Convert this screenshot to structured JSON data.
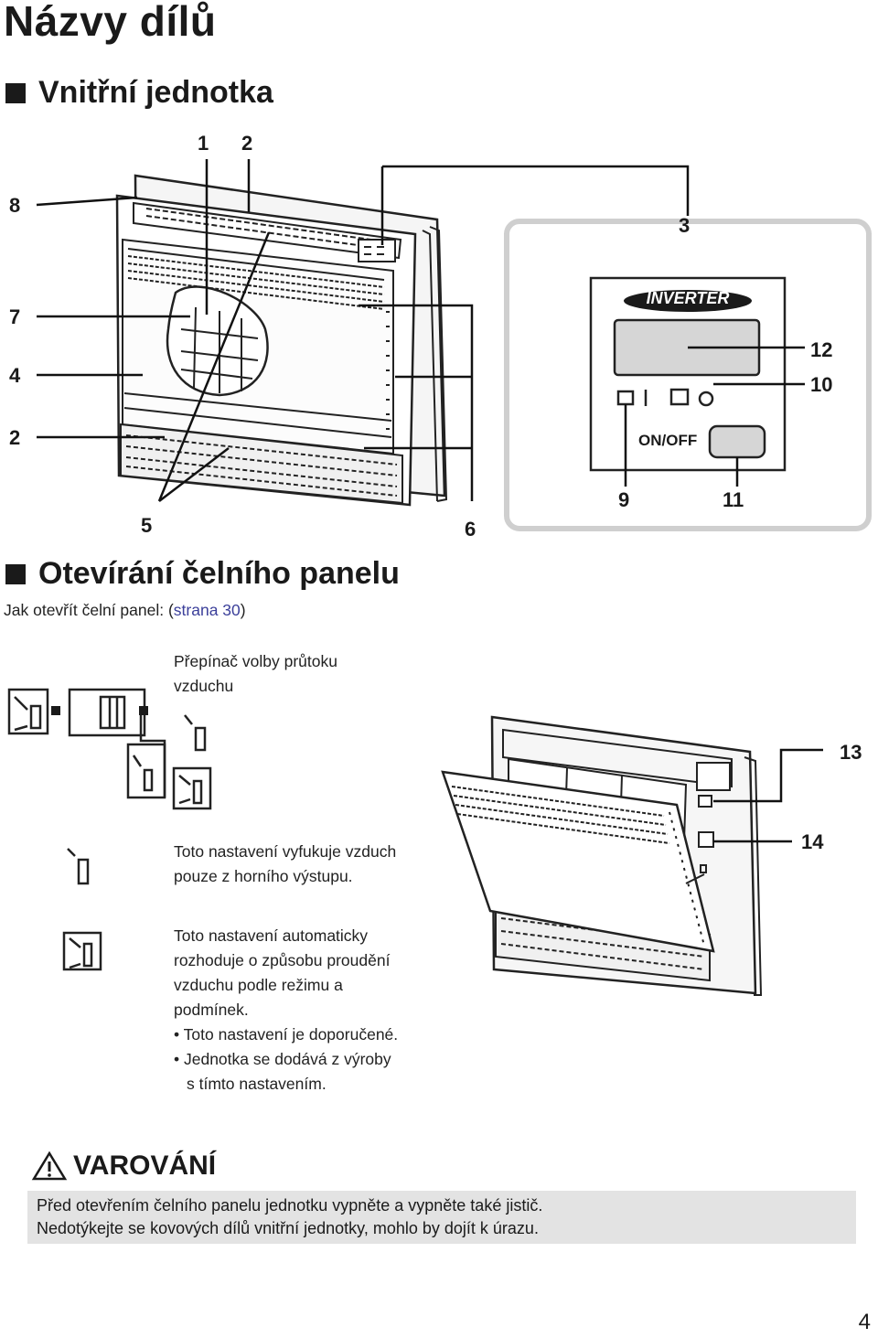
{
  "page": {
    "title": "Názvy dílů",
    "number": "4"
  },
  "section_indoor": {
    "heading": "Vnitřní jednotka",
    "callouts": {
      "c1": "1",
      "c2": "2",
      "c3": "3",
      "c4": "4",
      "c5": "5",
      "c6": "6",
      "c7": "7",
      "c8": "8",
      "c9": "9",
      "c10": "10",
      "c11": "11",
      "c12": "12",
      "c2b": "2"
    },
    "panel": {
      "logo": "INVERTER",
      "onoff_label": "ON/OFF"
    }
  },
  "section_open": {
    "heading": "Otevírání čelního panelu",
    "intro_prefix": "Jak otevřít čelní panel: (",
    "intro_link": "strana 30",
    "intro_suffix": ")",
    "switch_caption_line1": "Přepínač volby průtoku",
    "switch_caption_line2": "vzduchu",
    "setting_top": {
      "line1": "Toto nastavení vyfukuje vzduch",
      "line2": "pouze z horního výstupu."
    },
    "setting_auto": {
      "line1": "Toto nastavení automaticky",
      "line2": "rozhoduje o způsobu proudění",
      "line3": "vzduchu podle režimu a",
      "line4": "podmínek.",
      "bullet1": "• Toto nastavení je doporučené.",
      "bullet2_line1": "• Jednotka se dodává z výroby",
      "bullet2_line2": "s tímto nastavením."
    },
    "callouts": {
      "c13": "13",
      "c14": "14"
    }
  },
  "warning": {
    "title": "VAROVÁNÍ",
    "line1": "Před otevřením čelního panelu jednotku vypněte a vypněte také jistič.",
    "line2": "Nedotýkejte se kovových dílů vnitřní jednotky, mohlo by dojít k úrazu."
  },
  "icons": [
    "warning-triangle-icon",
    "airflow-top-icon",
    "airflow-auto-icon",
    "switch-icon"
  ]
}
